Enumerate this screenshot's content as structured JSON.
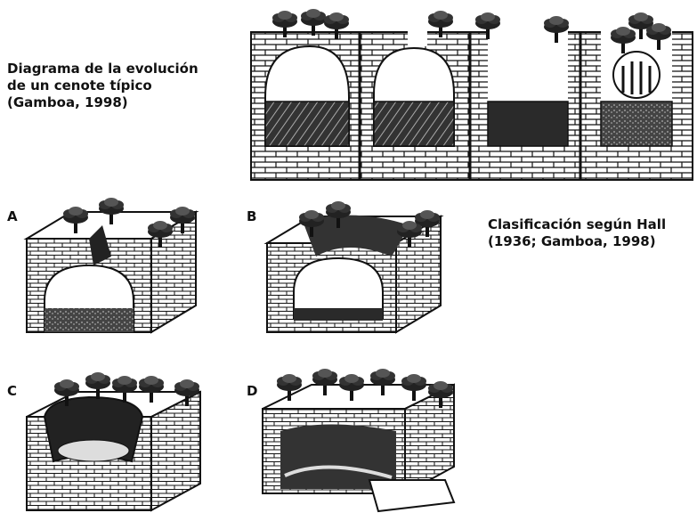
{
  "captions": {
    "evolution": "Diagrama de la evolución\nde un cenote típico\n(Gamboa, 1998)",
    "classification": "Clasificación según Hall\n(1936; Gamboa, 1998)"
  },
  "blocks": [
    {
      "letter": "A"
    },
    {
      "letter": "B"
    },
    {
      "letter": "C"
    },
    {
      "letter": "D"
    }
  ],
  "colors": {
    "ink": "#111111",
    "paper": "#ffffff",
    "water": "#2a2a2a"
  },
  "icons": [
    "tree-icon",
    "cave-icon",
    "water-icon",
    "brick-wall-icon"
  ]
}
